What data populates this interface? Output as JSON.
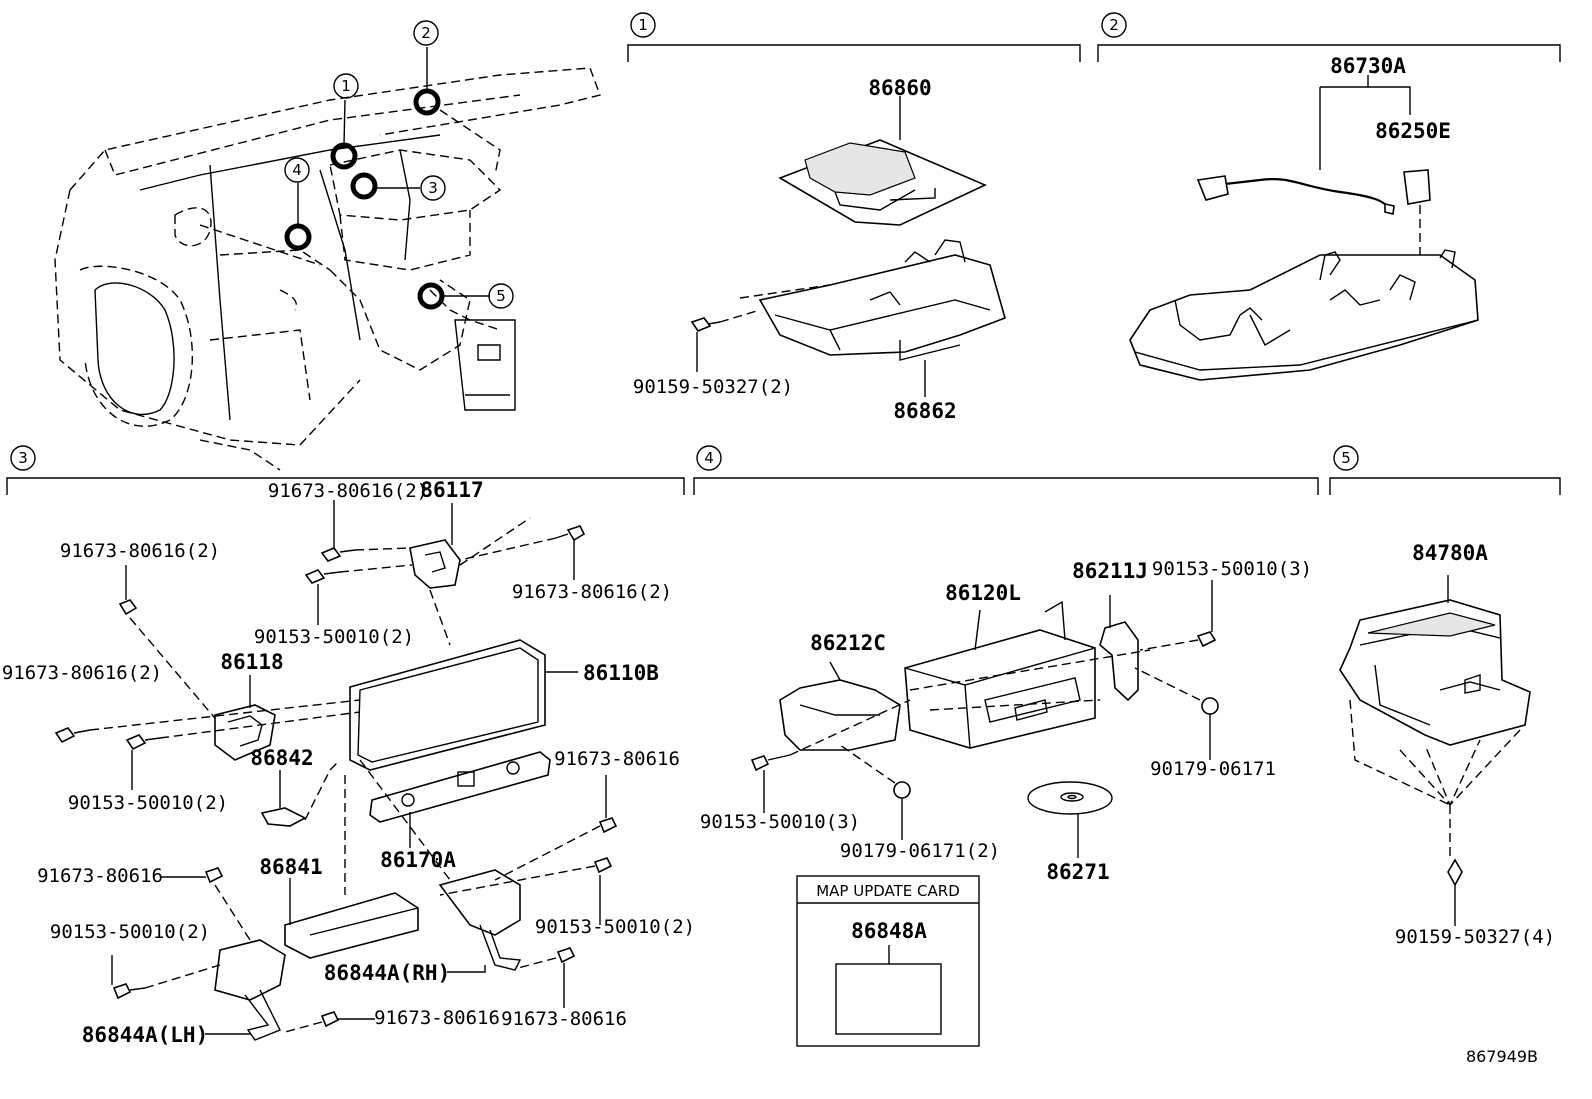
{
  "diagram": {
    "drawing_id": "867949B",
    "callout_numbers": [
      "1",
      "2",
      "3",
      "4",
      "5"
    ],
    "map_card": {
      "title": "MAP UPDATE CARD",
      "part": "86848A"
    },
    "sections": [
      {
        "number": "1",
        "parts": [
          "86860",
          "86862",
          "90159-50327(2)"
        ]
      },
      {
        "number": "2",
        "parts": [
          "86730A",
          "86250E"
        ]
      },
      {
        "number": "3",
        "parts": [
          "86117",
          "91673-80616(2)",
          "91673-80616(2)",
          "90153-50010(2)",
          "91673-80616(2)",
          "86118",
          "91673-80616(2)",
          "86110B",
          "86842",
          "90153-50010(2)",
          "91673-80616",
          "86170A",
          "86841",
          "91673-80616",
          "90153-50010(2)",
          "90153-50010(2)",
          "86844A(RH)",
          "86844A(LH)",
          "91673-80616",
          "91673-80616"
        ]
      },
      {
        "number": "4",
        "parts": [
          "86120L",
          "86211J",
          "90153-50010(3)",
          "86212C",
          "90179-06171",
          "90153-50010(3)",
          "90179-06171(2)",
          "86271"
        ]
      },
      {
        "number": "5",
        "parts": [
          "84780A",
          "90159-50327(4)"
        ]
      }
    ]
  }
}
